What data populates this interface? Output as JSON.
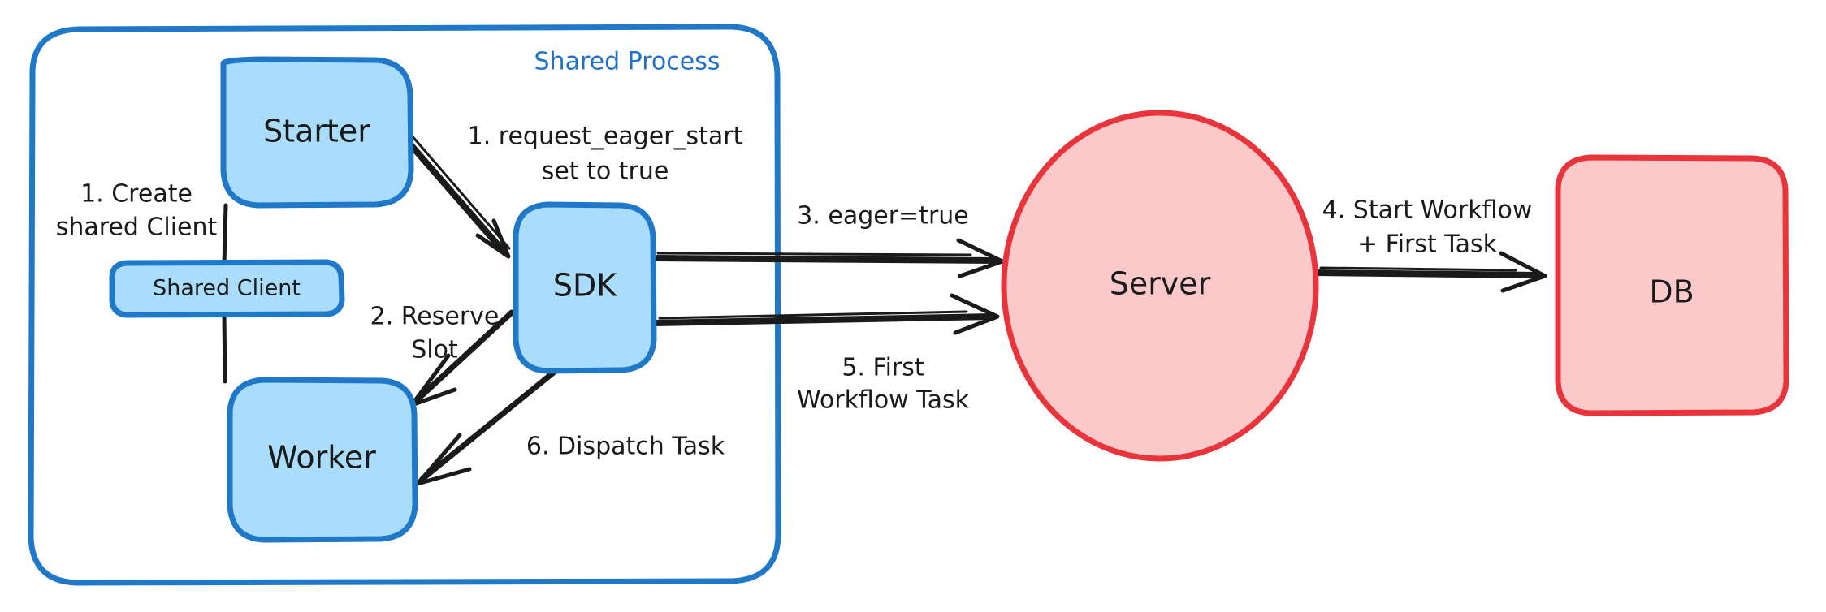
{
  "diagram": {
    "title": "Shared Process",
    "groups": [
      {
        "id": "shared-process",
        "label": "Shared Process",
        "color": "#1f78c8"
      }
    ],
    "nodes": [
      {
        "id": "starter",
        "label": "Starter",
        "shape": "rounded-rect",
        "fill": "#aadcfc",
        "stroke": "#1f78c8"
      },
      {
        "id": "shared-client",
        "label": "Shared Client",
        "shape": "rounded-rect",
        "fill": "#aadcfc",
        "stroke": "#1f78c8"
      },
      {
        "id": "worker",
        "label": "Worker",
        "shape": "rounded-rect",
        "fill": "#aadcfc",
        "stroke": "#1f78c8"
      },
      {
        "id": "sdk",
        "label": "SDK",
        "shape": "rounded-rect",
        "fill": "#aadcfc",
        "stroke": "#1f78c8"
      },
      {
        "id": "server",
        "label": "Server",
        "shape": "ellipse",
        "fill": "#fcc9ca",
        "stroke": "#e8343a"
      },
      {
        "id": "db",
        "label": "DB",
        "shape": "rounded-rect",
        "fill": "#fcc9ca",
        "stroke": "#e8343a"
      }
    ],
    "edges": [
      {
        "id": "e1",
        "from": "starter",
        "to": "shared-client",
        "label_line1": "1. Create",
        "label_line2": "shared Client",
        "arrow": false
      },
      {
        "id": "e2",
        "from": "shared-client",
        "to": "worker",
        "label_line1": "",
        "label_line2": "",
        "arrow": false
      },
      {
        "id": "e3",
        "from": "starter",
        "to": "sdk",
        "label_line1": "1. request_eager_start",
        "label_line2": "set to true",
        "arrow": true
      },
      {
        "id": "e4",
        "from": "sdk",
        "to": "worker",
        "label_line1": "2. Reserve",
        "label_line2": "Slot",
        "arrow": true
      },
      {
        "id": "e5",
        "from": "sdk",
        "to": "server",
        "label_line1": "3. eager=true",
        "label_line2": "",
        "arrow": true
      },
      {
        "id": "e6",
        "from": "server",
        "to": "db",
        "label_line1": "4. Start Workflow",
        "label_line2": "+ First Task",
        "arrow": true
      },
      {
        "id": "e7",
        "from": "sdk",
        "to": "server",
        "label_line1": "5. First",
        "label_line2": "Workflow Task",
        "arrow": true
      },
      {
        "id": "e8",
        "from": "sdk",
        "to": "worker",
        "label_line1": "6. Dispatch Task",
        "label_line2": "",
        "arrow": true
      }
    ],
    "colors": {
      "blue_fill": "#aadcfc",
      "blue_stroke": "#1f78c8",
      "red_fill": "#fcc9ca",
      "red_stroke": "#e8343a",
      "ink": "#1a1a1a",
      "background": "#ffffff"
    }
  }
}
